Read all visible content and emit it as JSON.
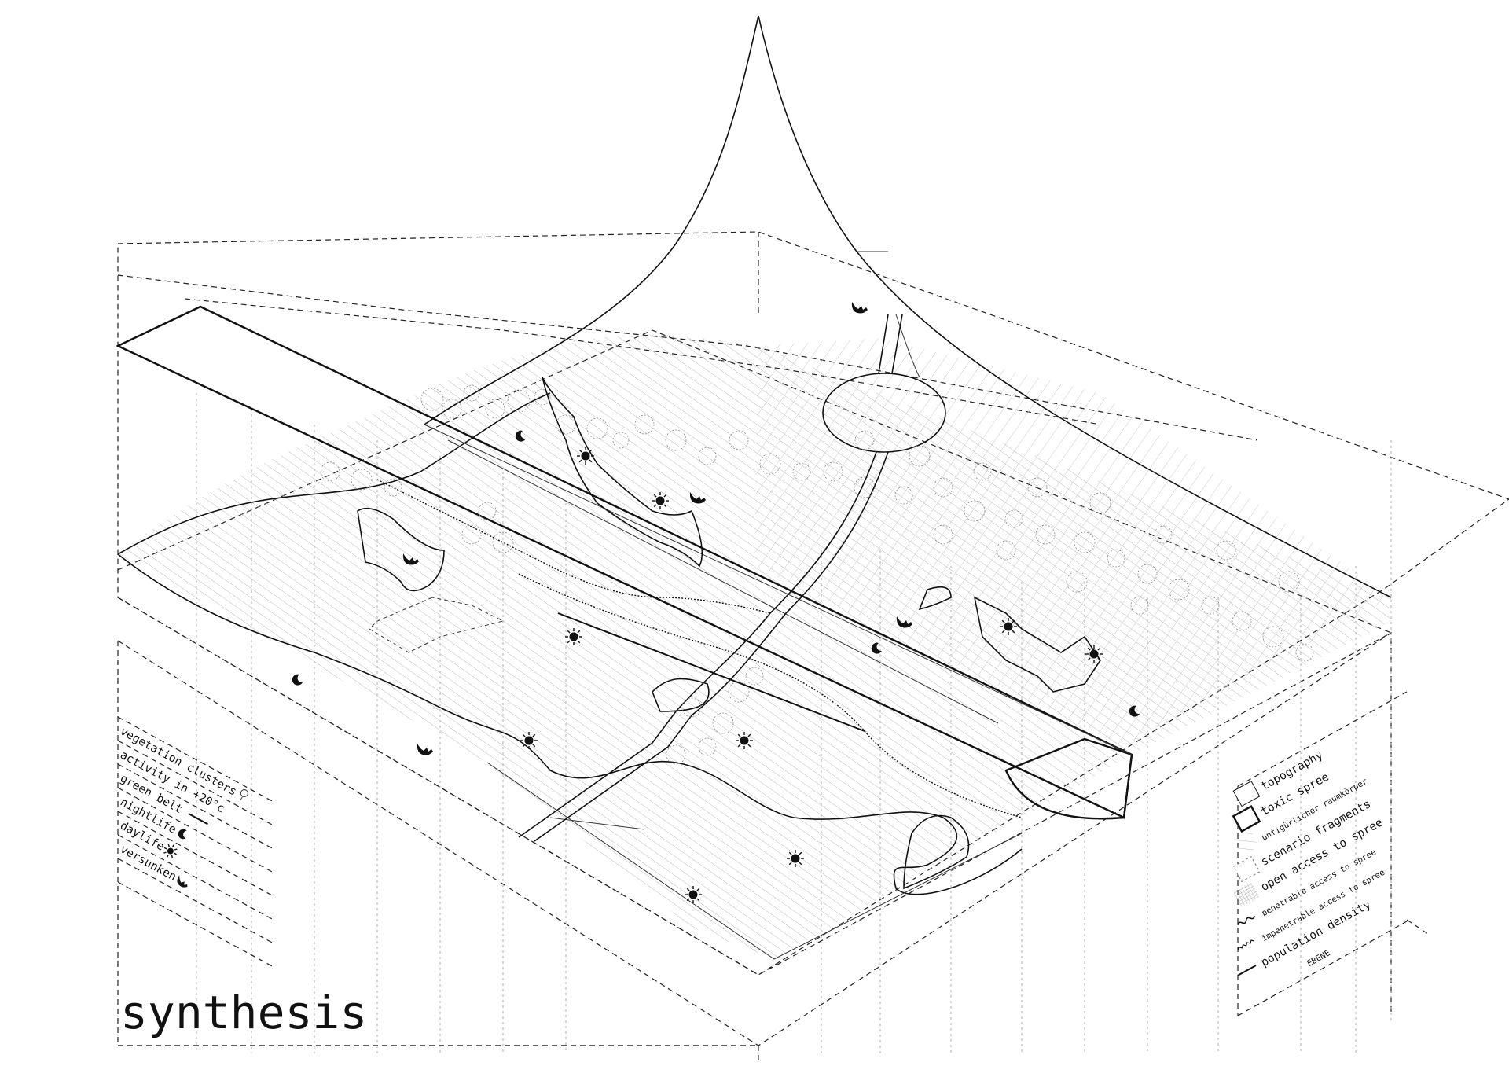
{
  "title": "synthesis",
  "legend_left": [
    {
      "label": "vegetation clusters",
      "symbol": "tree-icon"
    },
    {
      "label": "activity in +20°c",
      "symbol": "none"
    },
    {
      "label": "green belt",
      "symbol": "line"
    },
    {
      "label": "nightlife",
      "symbol": "moon-icon"
    },
    {
      "label": "daylife",
      "symbol": "sun-icon"
    },
    {
      "label": "versunken",
      "symbol": "sinking-icon"
    }
  ],
  "legend_right": [
    {
      "label": "topography",
      "size": "large",
      "symbol": "box-thin"
    },
    {
      "label": "toxic spree",
      "size": "large",
      "symbol": "box-thick"
    },
    {
      "label": "unfigürlicher raumkörper",
      "size": "small",
      "symbol": "box-hatched"
    },
    {
      "label": "scenario fragments",
      "size": "large",
      "symbol": "box-dashed"
    },
    {
      "label": "open access to spree",
      "size": "large",
      "symbol": "box-grid"
    },
    {
      "label": "penetrable access to spree",
      "size": "small",
      "symbol": "wave-line"
    },
    {
      "label": "impenetrable access to spree",
      "size": "small",
      "symbol": "zigzag-line"
    },
    {
      "label": "population density",
      "size": "large",
      "symbol": "solid-line"
    },
    {
      "label": "EBENE",
      "size": "small",
      "symbol": "none"
    }
  ],
  "colors": {
    "ink": "#111111",
    "paper": "#ffffff"
  }
}
